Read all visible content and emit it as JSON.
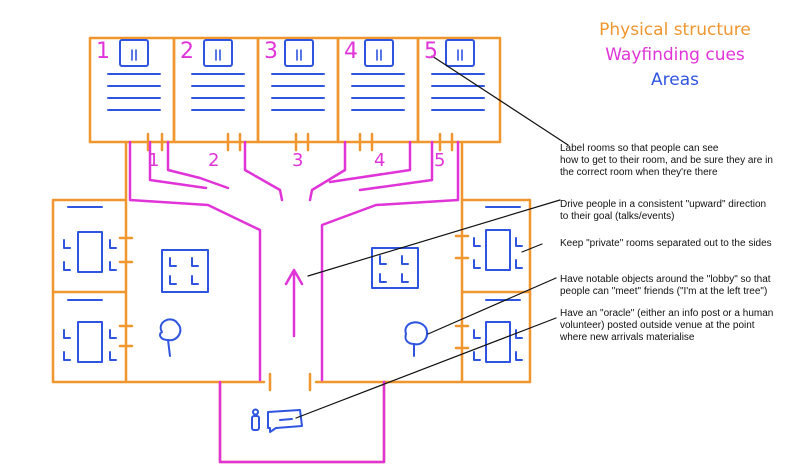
{
  "legend": {
    "physical": "Physical structure",
    "wayfinding": "Wayfinding cues",
    "areas": "Areas"
  },
  "colors": {
    "physical": "#f0962f",
    "wayfinding": "#e034d8",
    "areas": "#2f55e0",
    "ink": "#111111"
  },
  "room_numbers": [
    "1",
    "2",
    "3",
    "4",
    "5"
  ],
  "door_numbers": [
    "1",
    "2",
    "3",
    "4",
    "5"
  ],
  "notes": [
    "Label rooms so that people can see\nhow to get to their room, and be sure they are in\nthe correct room when they're there",
    "Drive people in a consistent \"upward\" direction\nto their goal (talks/events)",
    "Keep \"private\" rooms separated out to the sides",
    "Have notable objects around the \"lobby\" so that\npeople can \"meet\" friends (\"I'm at the left tree\")",
    "Have an \"oracle\" (either an info post or a human\nvolunteer) posted outside venue at the point\nwhere new arrivals materialise"
  ]
}
